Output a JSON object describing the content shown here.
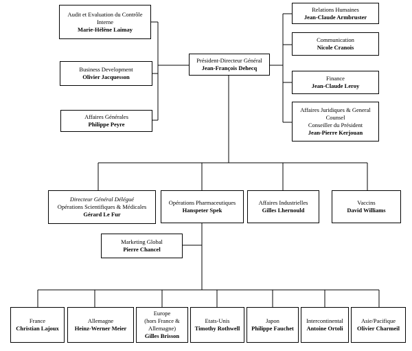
{
  "pdg": {
    "title": "Président-Directeur Général",
    "name": "Jean-François Dehecq"
  },
  "left": [
    {
      "title": "Audit et Evaluation du Contrôle Interne",
      "name": "Marie-Hélène Laimay"
    },
    {
      "title": "Business Development",
      "name": "Olivier Jacquesson"
    },
    {
      "title": "Affaires Générales",
      "name": "Philippe Peyre"
    }
  ],
  "right": [
    {
      "title": "Relations Humaines",
      "name": "Jean-Claude Armbruster"
    },
    {
      "title": "Communication",
      "name": "Nicole Cranois"
    },
    {
      "title": "Finance",
      "name": "Jean-Claude Leroy"
    },
    {
      "lines": [
        "Affaires Juridiques & General",
        "Counsel",
        "Conseiller du Président"
      ],
      "name": "Jean-Pierre Kerjouan"
    }
  ],
  "middle": {
    "dgd": {
      "role": "Directeur Général Délégué",
      "title": "Opérations Scientifiques & Médicales",
      "name": "Gérard Le Fur"
    },
    "ops": {
      "title": "Opérations Pharmaceutiques",
      "name": "Hanspeter Spek"
    },
    "ind": {
      "title": "Affaires Industrielles",
      "name": "Gilles Lhernould"
    },
    "vac": {
      "title": "Vaccins",
      "name": "David Williams"
    }
  },
  "marketing": {
    "title": "Marketing Global",
    "name": "Pierre Chancel"
  },
  "regions": [
    {
      "lines": [
        "France"
      ],
      "name": "Christian Lajoux"
    },
    {
      "lines": [
        "Allemagne"
      ],
      "name": "Heinz-Werner Meier"
    },
    {
      "lines": [
        "Europe",
        "(hors France &",
        "Allemagne)"
      ],
      "name": "Gilles Brisson"
    },
    {
      "lines": [
        "Etats-Unis"
      ],
      "name": "Timothy Rothwell"
    },
    {
      "lines": [
        "Japon"
      ],
      "name": "Philippe Fauchet"
    },
    {
      "lines": [
        "Intercontinental"
      ],
      "name": "Antoine Ortoli"
    },
    {
      "lines": [
        "Asie/Pacifique"
      ],
      "name": "Olivier Charmeil"
    }
  ]
}
